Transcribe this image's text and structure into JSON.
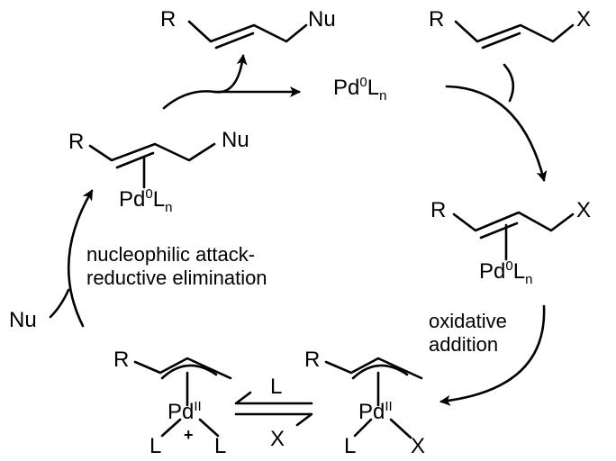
{
  "atoms": {
    "R": "R",
    "Nu": "Nu",
    "X": "X",
    "L": "L",
    "plus": "+"
  },
  "complex": {
    "pd": "Pd",
    "pd0_ox": "0",
    "pdII_ox": "II",
    "L": "L",
    "n": "n"
  },
  "steps": {
    "nucleophilic_attack_line1": "nucleophilic attack-",
    "nucleophilic_attack_line2": "reductive elimination",
    "oxidative_addition_line1": "oxidative",
    "oxidative_addition_line2": "addition"
  },
  "equilibrium": {
    "top_label": "L",
    "bottom_label": "X"
  },
  "colors": {
    "ink": "#000000",
    "background": "#ffffff"
  }
}
